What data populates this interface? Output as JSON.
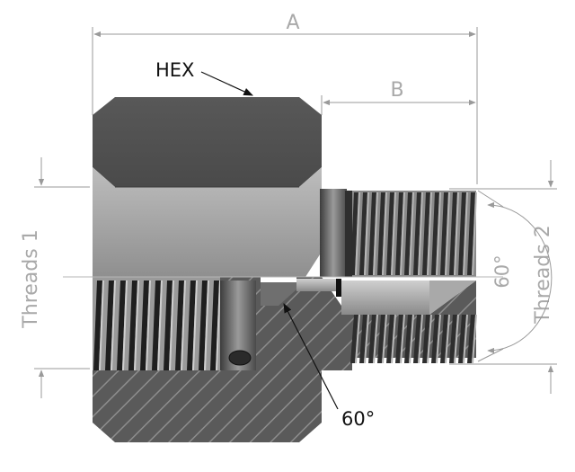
{
  "labels": {
    "dim_a": "A",
    "dim_b": "B",
    "hex": "HEX",
    "threads_1": "Threads 1",
    "threads_2": "Threads 2",
    "angle_cone": "60°",
    "angle_threads": "60°"
  },
  "colors": {
    "background": "#ffffff",
    "dimension_line": "#9a9a9a",
    "dimension_text": "#a9a9a9",
    "body_dark": "#4b4b4b",
    "body_mid": "#7c7c7c",
    "body_light": "#a2a2a2",
    "section_fill": "#5a5a5a",
    "hatch": "#8c8c8c",
    "callout": "#111111"
  }
}
